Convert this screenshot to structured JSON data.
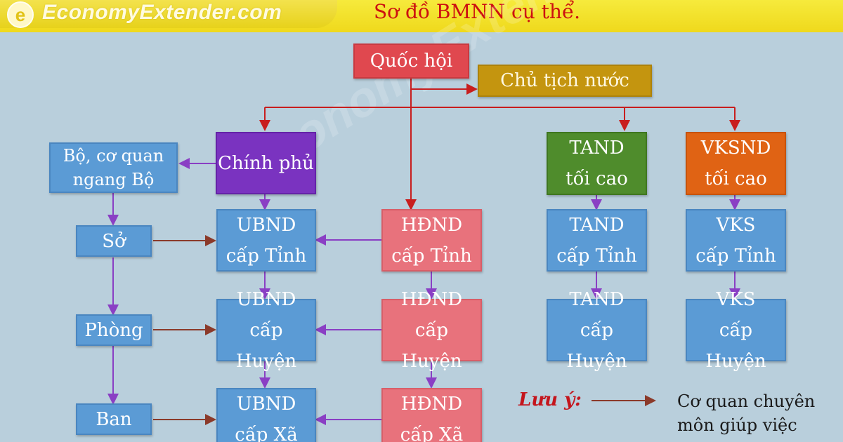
{
  "header": {
    "brand": "EconomyExtender.com",
    "logo_letter": "e",
    "title": "Sơ đồ BMNN cụ thể."
  },
  "watermark": "EconomyExtender.com",
  "nodes": {
    "quoc_hoi": [
      "Quốc hội"
    ],
    "chu_tich_nuoc": [
      "Chủ tịch nước"
    ],
    "chinh_phu": [
      "Chính phủ"
    ],
    "bo": [
      "Bộ, cơ quan",
      "ngang Bộ"
    ],
    "tand_toi_cao": [
      "TAND",
      "tối cao"
    ],
    "vksnd_toi_cao": [
      "VKSND",
      "tối cao"
    ],
    "so": [
      "Sở"
    ],
    "phong": [
      "Phòng"
    ],
    "ban": [
      "Ban"
    ],
    "ubnd_tinh": [
      "UBND",
      "cấp Tỉnh"
    ],
    "ubnd_huyen": [
      "UBND",
      "cấp Huyện"
    ],
    "ubnd_xa": [
      "UBND",
      "cấp Xã"
    ],
    "hdnd_tinh": [
      "HĐND",
      "cấp Tỉnh"
    ],
    "hdnd_huyen": [
      "HĐND",
      "cấp Huyện"
    ],
    "hdnd_xa": [
      "HĐND",
      "cấp Xã"
    ],
    "tand_tinh": [
      "TAND",
      "cấp Tỉnh"
    ],
    "tand_huyen": [
      "TAND",
      "cấp Huyện"
    ],
    "vks_tinh": [
      "VKS",
      "cấp Tỉnh"
    ],
    "vks_huyen": [
      "VKS",
      "cấp Huyện"
    ]
  },
  "legend": {
    "label": "Lưu ý:",
    "text": [
      "Cơ quan chuyên",
      "môn giúp việc"
    ]
  },
  "colors": {
    "background": "#b9cfdc",
    "header": "#efd91c",
    "title_text": "#cc1010",
    "blue_box": "#5b9bd5",
    "pink_box": "#e8727c",
    "red_box": "#e0484f",
    "gold_box": "#c4950f",
    "purple_box": "#7a33c0",
    "green_box": "#4f8c2c",
    "orange_box": "#e06314",
    "arrow_red": "#c81e1e",
    "arrow_purple": "#8a3fc4",
    "arrow_brown": "#8b3a2a"
  }
}
